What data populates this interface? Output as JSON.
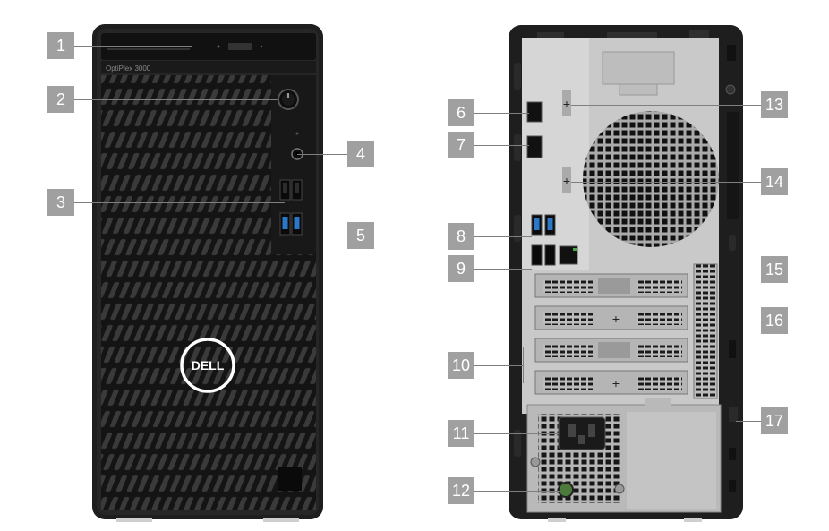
{
  "front_view": {
    "model_text": "OptiPlex 3000",
    "logo_text": "DELL",
    "callouts": [
      "1",
      "2",
      "3",
      "4",
      "5"
    ]
  },
  "back_view": {
    "callouts": [
      "6",
      "7",
      "8",
      "9",
      "10",
      "11",
      "12",
      "13",
      "14",
      "15",
      "16",
      "17"
    ]
  },
  "colors": {
    "callout_bg": "#a0a0a0",
    "callout_text": "#ffffff",
    "chassis": "#1c1c1c",
    "back_panel": "#c8c8c8",
    "usb_blue": "#2a79c8"
  }
}
